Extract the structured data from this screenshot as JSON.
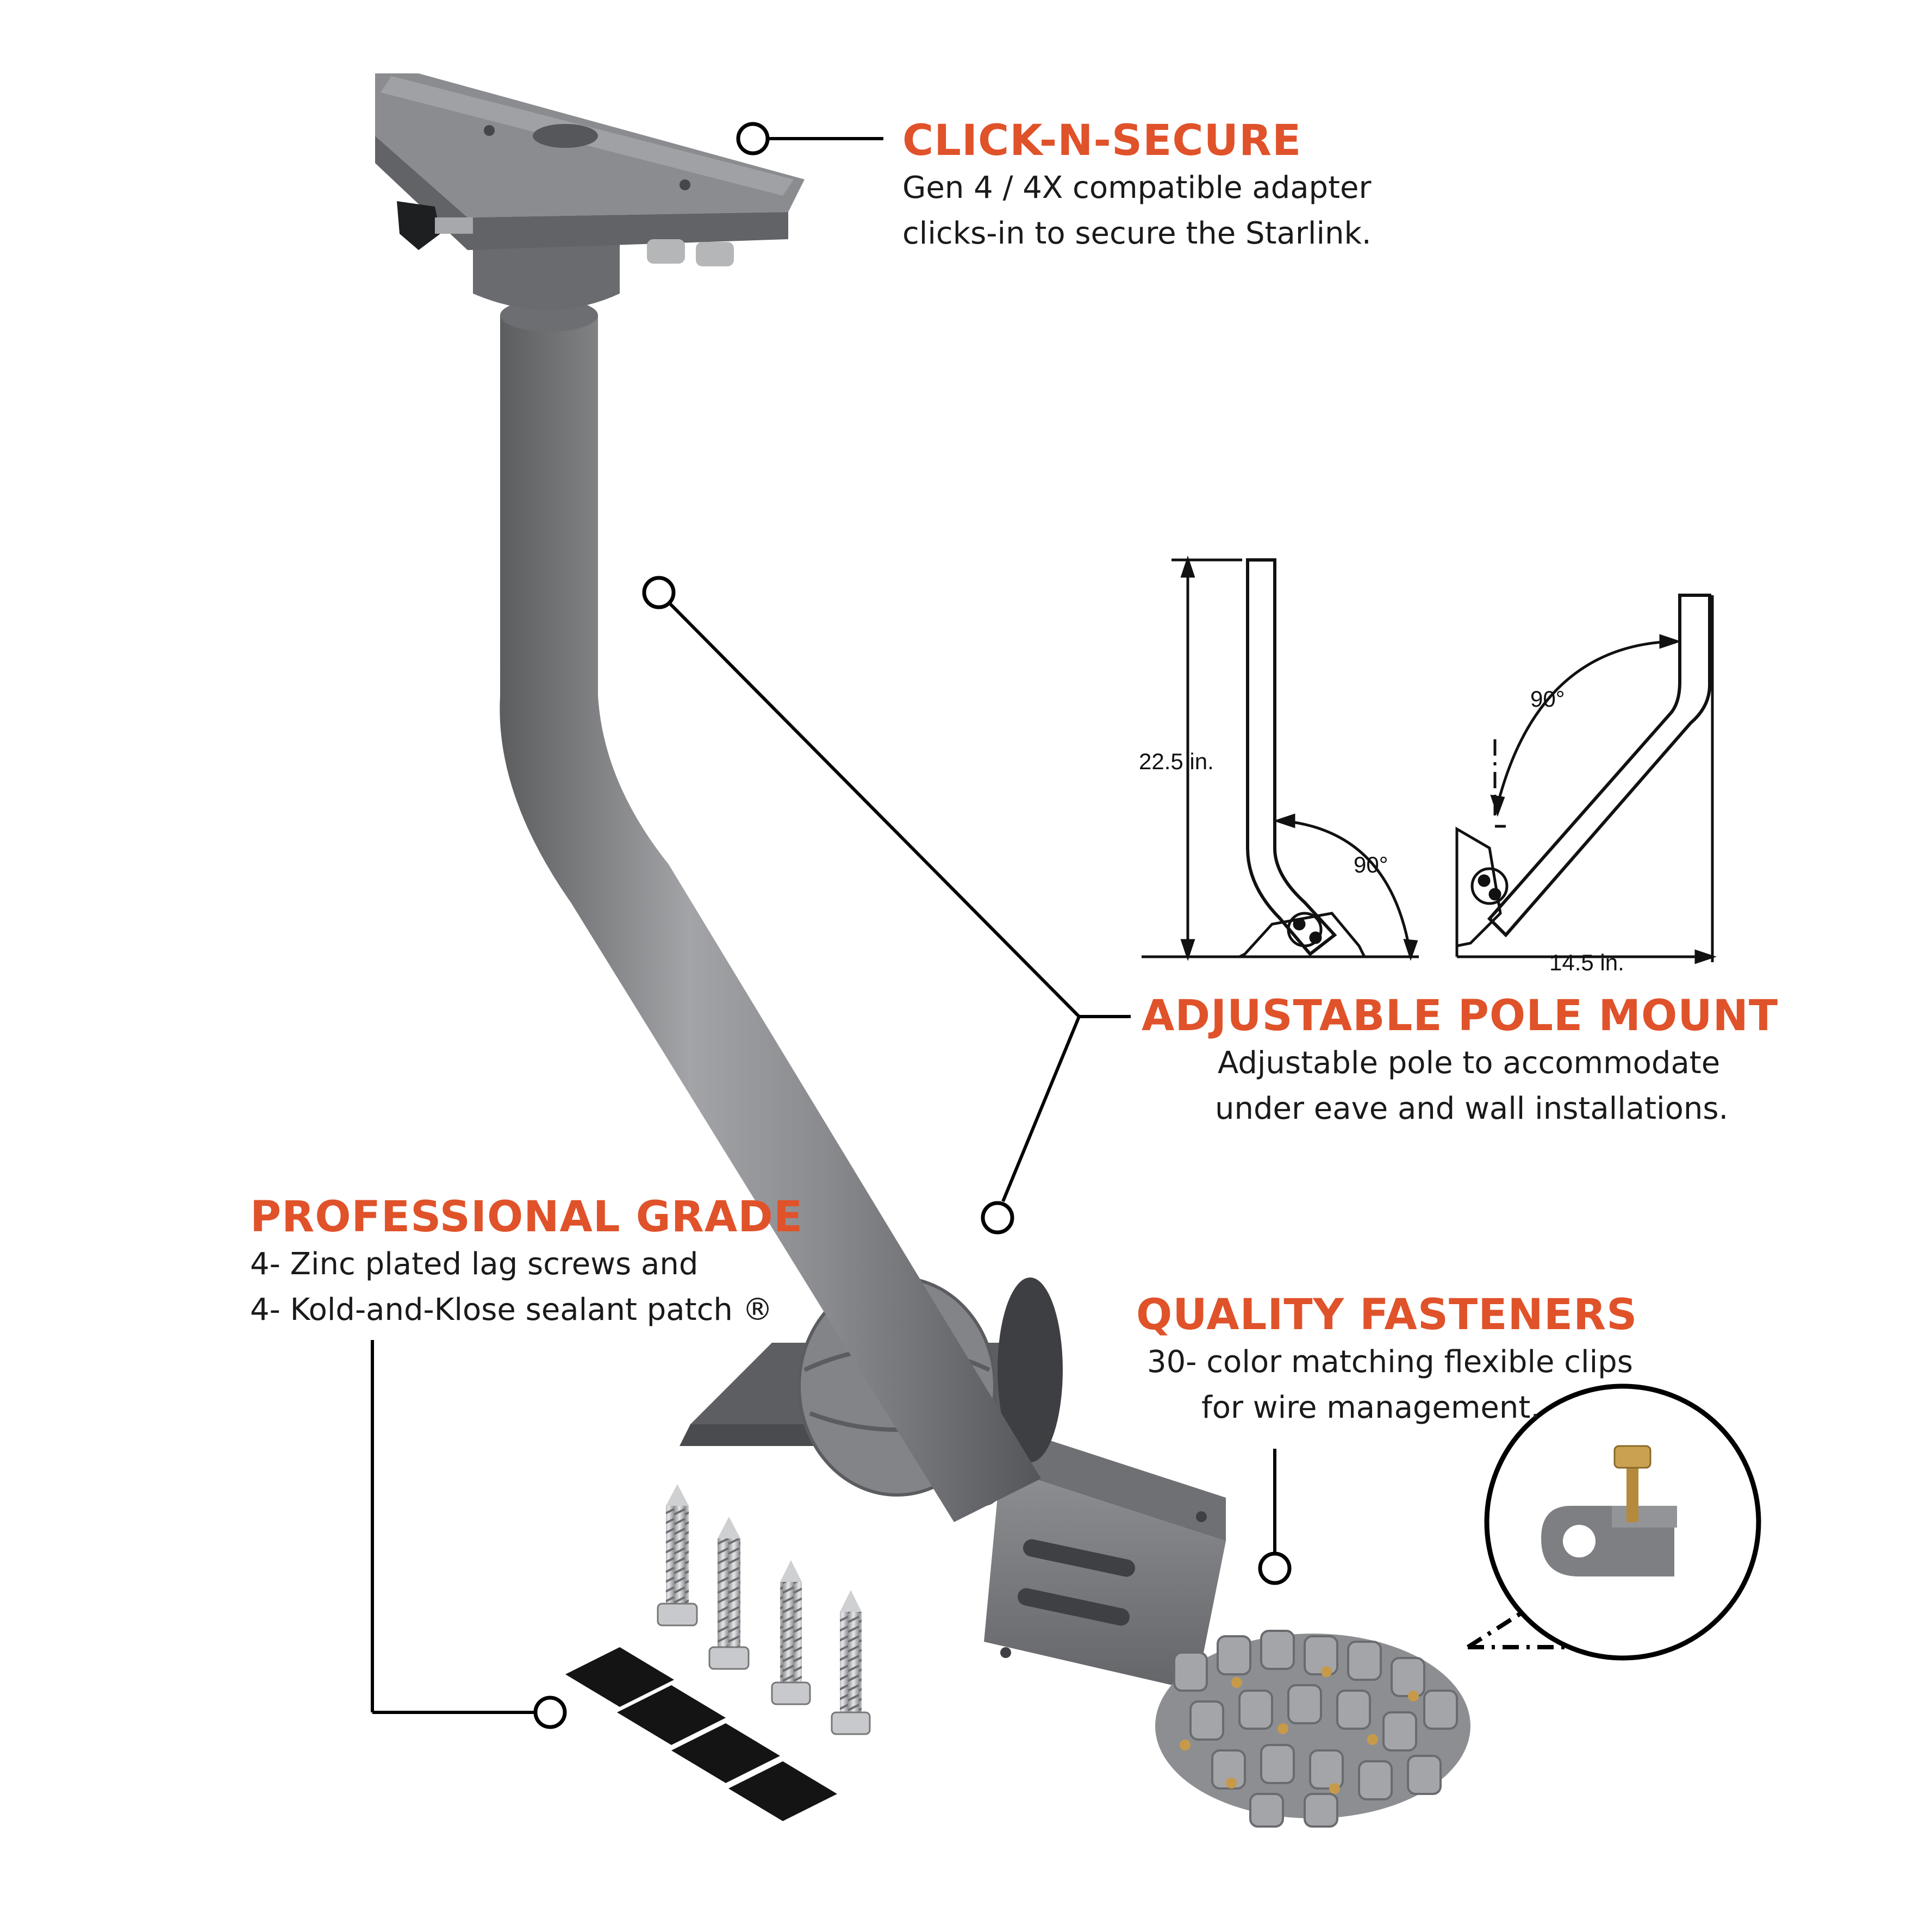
{
  "colors": {
    "accent": "#e0522a",
    "steel": "#7d7e80",
    "steel_dark": "#5e5f61",
    "steel_light": "#9c9da0",
    "ink": "#000000"
  },
  "callouts": {
    "click_n_secure": {
      "heading": "CLICK-N-SECURE",
      "lines": [
        "Gen 4 / 4X compatible adapter",
        "clicks-in to secure the Starlink."
      ]
    },
    "adjustable_pole_mount": {
      "heading": "ADJUSTABLE POLE MOUNT",
      "lines": [
        "Adjustable pole to accommodate",
        "under eave and wall installations."
      ]
    },
    "professional_grade": {
      "heading": "PROFESSIONAL GRADE",
      "lines": [
        "4- Zinc plated lag screws and",
        "4- Kold-and-Klose sealant patch ®"
      ]
    },
    "quality_fasteners": {
      "heading": "QUALITY FASTENERS",
      "lines": [
        "30- color matching flexible clips",
        "for wire management."
      ]
    }
  },
  "diagram": {
    "height_label": "22.5 in.",
    "width_label": "14.5 in.",
    "angle_label_1": "90°",
    "angle_label_2": "90°"
  },
  "icons": {
    "product": "starlink-pole-mount-icon",
    "lag_screws": "lag-screw-icon",
    "sealant_patches": "sealant-patch-icon",
    "clips": "cable-clip-icon"
  }
}
